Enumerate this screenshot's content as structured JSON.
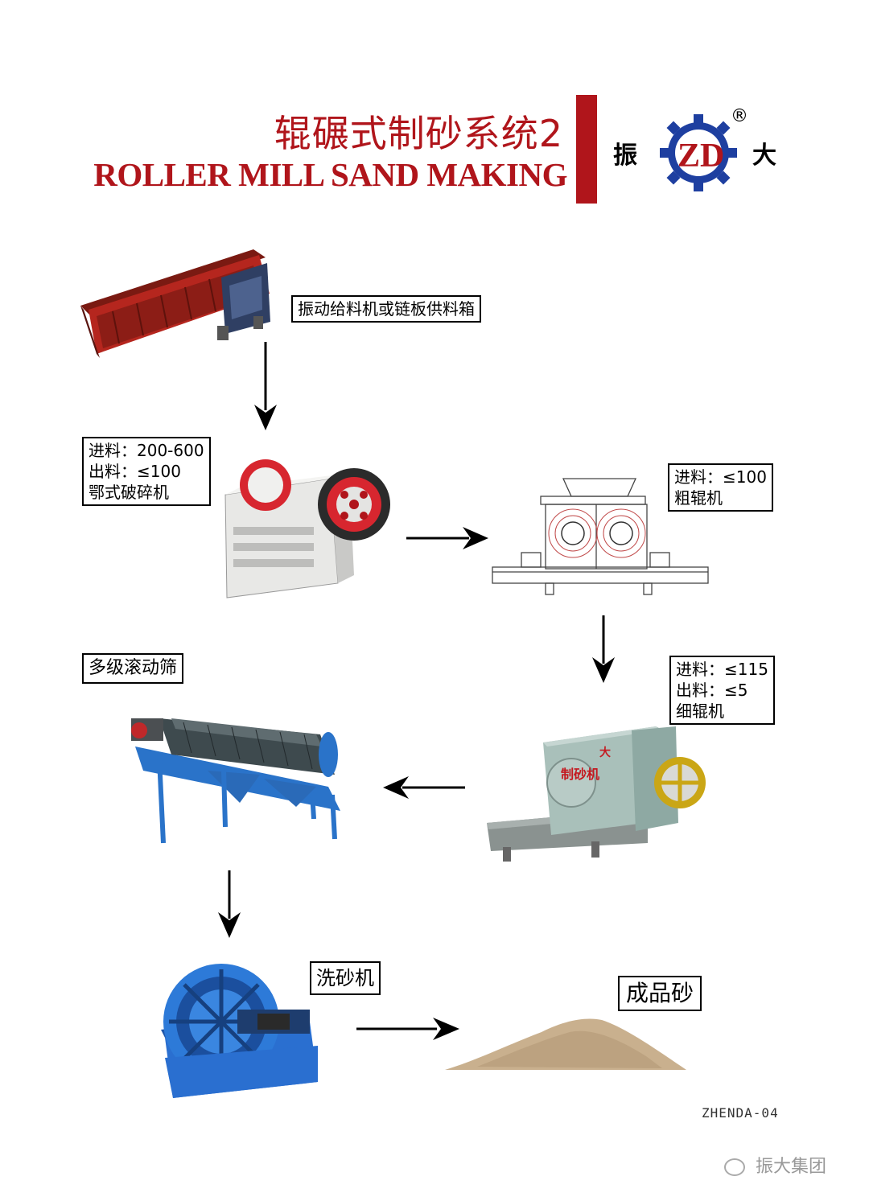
{
  "header": {
    "title_cn": "辊碾式制砂系统2",
    "title_en": "ROLLER MILL SAND MAKING",
    "brand_left": "振",
    "brand_right": "大",
    "logo_letters": "ZD",
    "registered_mark": "®"
  },
  "steps": {
    "feeder": {
      "label": "振动给料机或链板供料箱"
    },
    "jaw_crusher": {
      "lines": [
        "进料：200-600",
        "出料：≤100",
        "鄂式破碎机"
      ]
    },
    "coarse_roller": {
      "lines": [
        "进料：≤100",
        "粗辊机"
      ]
    },
    "fine_roller": {
      "lines": [
        "进料：≤115",
        "出料：≤5",
        "细辊机"
      ],
      "machine_text": [
        "大",
        "制砂机"
      ]
    },
    "trommel": {
      "label": "多级滚动筛"
    },
    "washer": {
      "label": "洗砂机"
    },
    "product": {
      "label": "成品砂"
    }
  },
  "footer": {
    "code": "ZHENDA-04",
    "watermark": "振大集团"
  },
  "colors": {
    "brand_red": "#b0151b",
    "feeder_red": "#b5261e",
    "blue": "#2a73c9",
    "sand": "#c9b08e"
  }
}
